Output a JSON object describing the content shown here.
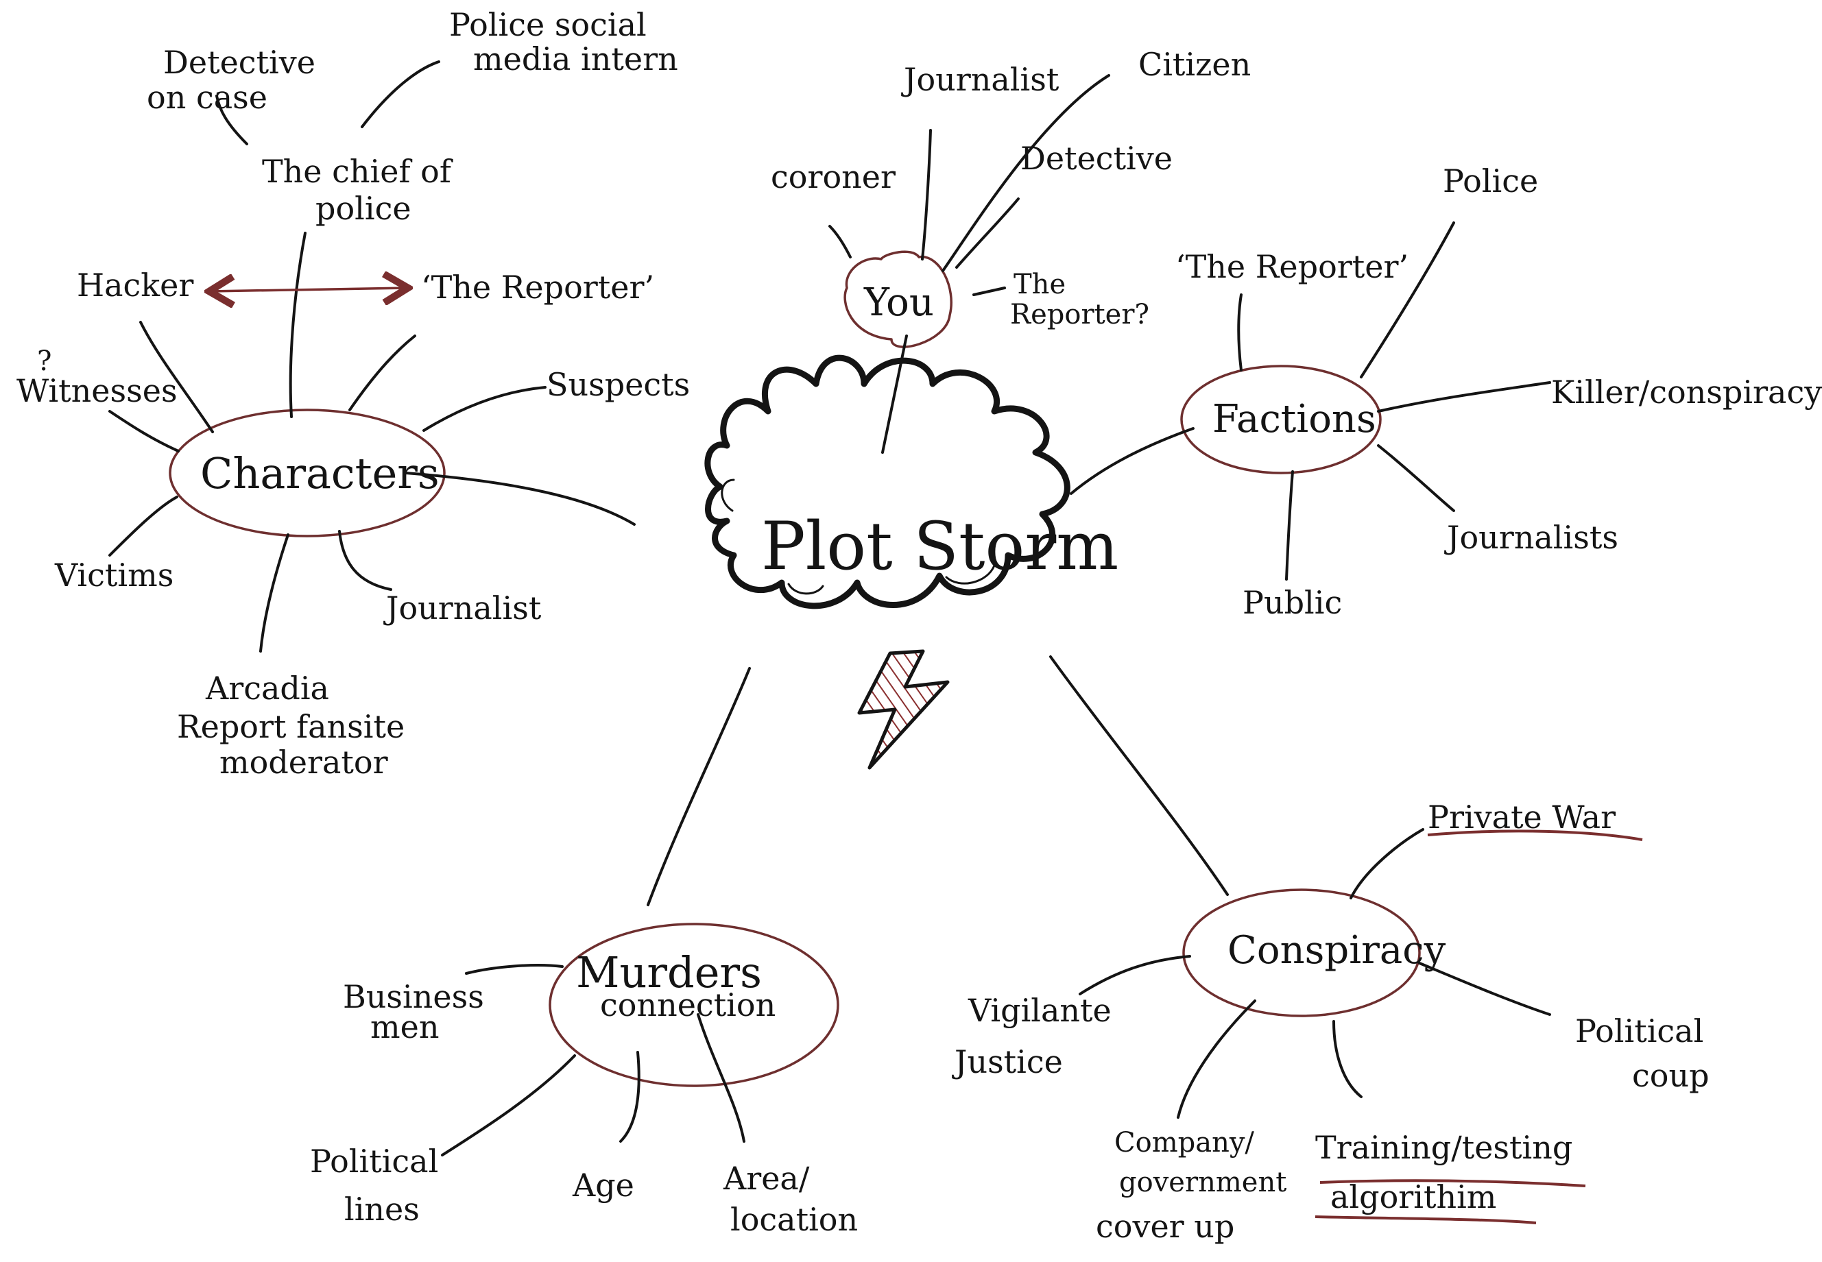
{
  "center": {
    "title": "Plot Storm"
  },
  "you": {
    "label": "You",
    "items": [
      "coroner",
      "Journalist",
      "Citizen",
      "Detective",
      "The",
      "Reporter?"
    ]
  },
  "characters": {
    "label": "Characters",
    "items": {
      "detective": [
        "Detective",
        "on case"
      ],
      "intern": [
        "Police social",
        "media intern"
      ],
      "chief": [
        "The chief of",
        "police"
      ],
      "hacker": "Hacker",
      "reporter": "‘The Reporter’",
      "witnesses_mark": "?",
      "witnesses": "Witnesses",
      "suspects": "Suspects",
      "victims": "Victims",
      "journalist": "Journalist",
      "moderator": [
        "Arcadia",
        "Report fansite",
        "moderator"
      ]
    }
  },
  "factions": {
    "label": "Factions",
    "items": {
      "reporter": "‘The Reporter’",
      "police": "Police",
      "killer": "Killer/conspiracy",
      "journalists": "Journalists",
      "public": "Public"
    }
  },
  "murders": {
    "label_1": "Murders",
    "label_2": "connection",
    "items": {
      "business": [
        "Business",
        "men"
      ],
      "political": [
        "Political",
        "lines"
      ],
      "age": "Age",
      "area": [
        "Area/",
        "location"
      ]
    }
  },
  "conspiracy": {
    "label": "Conspiracy",
    "items": {
      "private_war": "Private War",
      "vigilante": [
        "Vigilante",
        "Justice"
      ],
      "coup": [
        "Political",
        "coup"
      ],
      "cover_up": [
        "Company/",
        "government",
        "cover up"
      ],
      "training": [
        "Training/testing",
        "algorithim"
      ]
    }
  },
  "colors": {
    "ink": "#141414",
    "bubble_outline": "#6e2f2f",
    "arrow": "#7a2e2e",
    "lightning_hatch": "#8b3030"
  },
  "icons": [
    "storm-cloud-icon",
    "lightning-bolt-icon",
    "double-arrow-icon"
  ]
}
